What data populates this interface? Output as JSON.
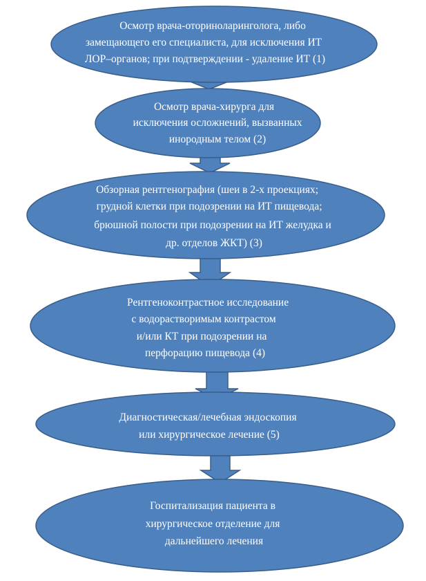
{
  "diagram": {
    "fill_color": "#4f81bd",
    "stroke_color": "#385d8a",
    "text_color": "#ffffff",
    "steps": [
      {
        "lines": [
          "Осмотр врача-оториноларинголога, либо",
          "замещающего его специалиста, для исключения ИТ",
          "ЛОР–органов; при подтверждении - удаление ИТ (1)"
        ]
      },
      {
        "lines": [
          "Осмотр врача-хирурга для",
          "исключения осложнений, вызванных",
          "инородным телом (2)"
        ]
      },
      {
        "lines": [
          "Обзорная рентгенография (шеи в 2-х проекциях;",
          "грудной клетки при подозрении на ИТ пищевода;",
          "брюшной полости при подозрении на ИТ желудка и",
          "др. отделов ЖКТ) (3)"
        ]
      },
      {
        "lines": [
          "Рентгеноконтрастное исследование",
          "с водорастворимым контрастом",
          "и/или КТ при подозрении на",
          "перфорацию пищевода (4)"
        ]
      },
      {
        "lines": [
          "Диагностическая/лечебная эндоскопия",
          "или хирургическое лечение (5)"
        ]
      },
      {
        "lines": [
          "Госпитализация пациента в",
          "хирургическое отделение для",
          "дальнейшего лечения"
        ]
      }
    ]
  }
}
